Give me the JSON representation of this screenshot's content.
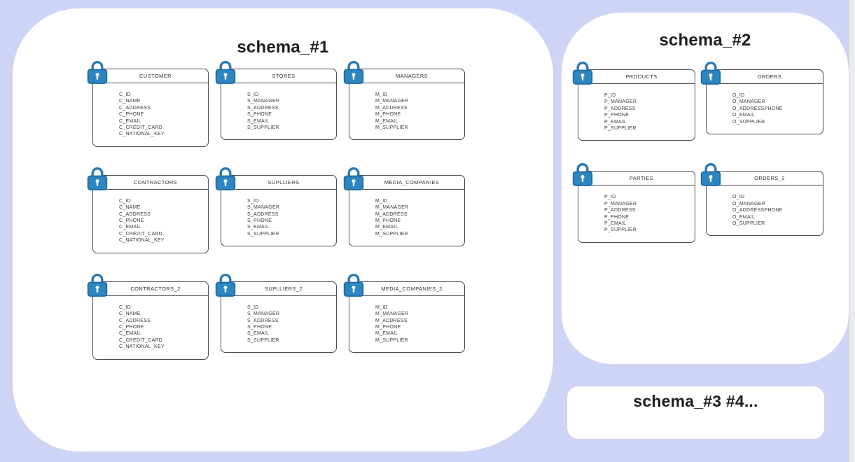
{
  "canvas": {
    "background_color": "#ced4f6",
    "container_color": "#ffffff",
    "lock_color": "#2e86c1",
    "table_border_color": "#4d4d4d"
  },
  "schemas": [
    {
      "title": "schema_#1",
      "tables": [
        {
          "name": "CUSTOMER",
          "fields": [
            "C_ID",
            "C_NAME",
            "C_ADDRESS",
            "C_PHONE",
            "C_EMAIL",
            "C_CREDIT_CARD",
            "C_NATIONAL_KEY"
          ]
        },
        {
          "name": "STORES",
          "fields": [
            "S_ID",
            "S_MANAGER",
            "S_ADDRESS",
            "S_PHONE",
            "S_EMAIL",
            "S_SUPPLIER"
          ]
        },
        {
          "name": "MANAGERS",
          "fields": [
            "M_ID",
            "M_MANAGER",
            "M_ADDRESS",
            "M_PHONE",
            "M_EMAIL",
            "M_SUPPLIER"
          ]
        },
        {
          "name": "CONTRACTORS",
          "fields": [
            "C_ID",
            "C_NAME",
            "C_ADDRESS",
            "C_PHONE",
            "C_EMAIL",
            "C_CREDIT_CARD",
            "C_NATIONAL_KEY"
          ]
        },
        {
          "name": "SUPLLIERS",
          "fields": [
            "S_ID",
            "S_MANAGER",
            "S_ADDRESS",
            "S_PHONE",
            "S_EMAIL",
            "S_SUPPLIER"
          ]
        },
        {
          "name": "MEDIA_COMPANIES",
          "fields": [
            "M_ID",
            "M_MANAGER",
            "M_ADDRESS",
            "M_PHONE",
            "M_EMAIL",
            "M_SUPPLIER"
          ]
        },
        {
          "name": "CONTRACTORS_2",
          "fields": [
            "C_ID",
            "C_NAME",
            "C_ADDRESS",
            "C_PHONE",
            "C_EMAIL",
            "C_CREDIT_CARD",
            "C_NATIONAL_KEY"
          ]
        },
        {
          "name": "SUPLLIERS_2",
          "fields": [
            "S_ID",
            "S_MANAGER",
            "S_ADDRESS",
            "S_PHONE",
            "S_EMAIL",
            "S_SUPPLIER"
          ]
        },
        {
          "name": "MEDIA_COMPANIES_2",
          "fields": [
            "M_ID",
            "M_MANAGER",
            "M_ADDRESS",
            "M_PHONE",
            "M_EMAIL",
            "M_SUPPLIER"
          ]
        }
      ]
    },
    {
      "title": "schema_#2",
      "tables": [
        {
          "name": "PRODUCTS",
          "fields": [
            "P_ID",
            "P_MANAGER",
            "P_ADDRESS",
            "P_PHONE",
            "P_EMAIL",
            "P_SUPPLIER"
          ]
        },
        {
          "name": "ORDERS",
          "fields": [
            "O_ID",
            "O_MANAGER",
            "O_ADDRESSPHONE",
            "O_EMAIL",
            "O_SUPPLIER"
          ]
        },
        {
          "name": "PARTIES",
          "fields": [
            "P_ID",
            "P_MANAGER",
            "P_ADDRESS",
            "P_PHONE",
            "P_EMAIL",
            "P_SUPPLIER"
          ]
        },
        {
          "name": "ORDERS_2",
          "fields": [
            "O_ID",
            "O_MANAGER",
            "O_ADDRESSPHONE",
            "O_EMAIL",
            "O_SUPPLIER"
          ]
        }
      ]
    },
    {
      "title": "schema_#3 #4...",
      "tables": []
    }
  ]
}
